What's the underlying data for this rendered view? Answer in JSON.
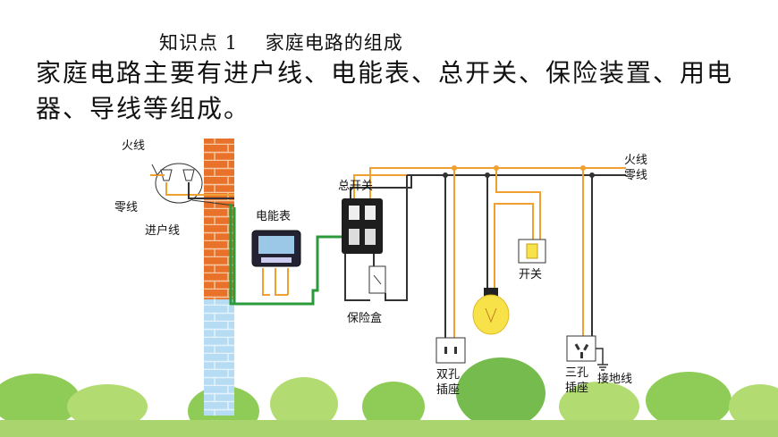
{
  "heading": {
    "title": "知识点 1    家庭电路的组成",
    "lead": "家庭电路主要有进户线、电能表、总开关、保险装置、用电器、导线等组成。"
  },
  "diagram_labels": {
    "live_wire_house": "火线",
    "neutral_wire_house": "零线",
    "service_line": "进户线",
    "meter": "电能表",
    "main_switch": "总开关",
    "fuse_box": "保险盒",
    "live_wire": "火线",
    "neutral_wire": "零线",
    "switch": "开关",
    "two_hole_socket_line1": "双孔",
    "two_hole_socket_line2": "插座",
    "three_hole_socket_line1": "三孔",
    "three_hole_socket_line2": "插座",
    "ground_wire": "接地线"
  },
  "colors": {
    "live": "#f0a030",
    "neutral": "#333333",
    "service": "#2a9a3a",
    "brick": "#e8722a",
    "brick_lower": "#a8d4f0",
    "tree": "#7cc43a"
  }
}
